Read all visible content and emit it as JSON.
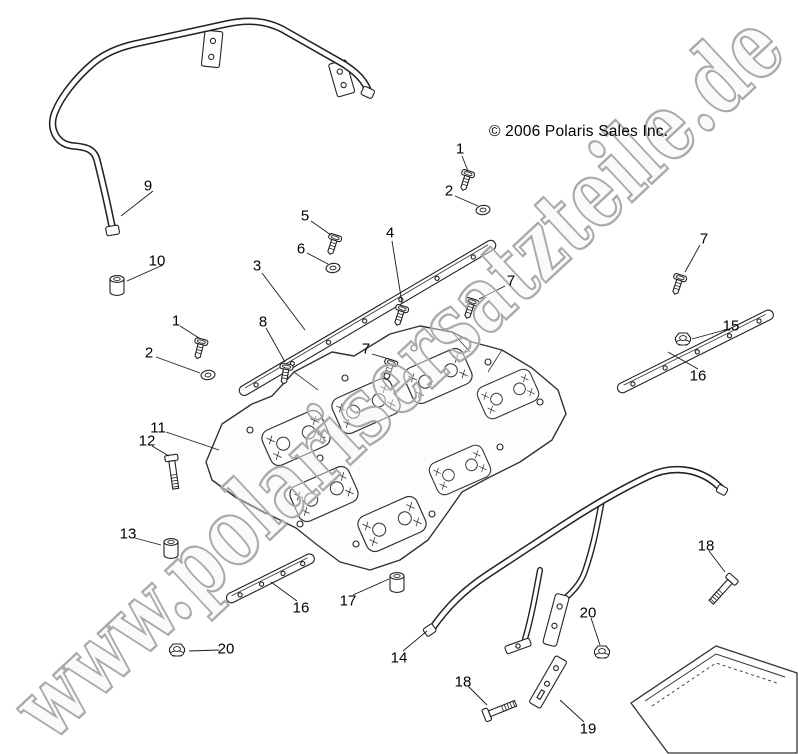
{
  "page": {
    "copyright": "© 2006 Polaris Sales Inc.",
    "watermark": "www.polarisersatzteile.de",
    "colors": {
      "line": "#222222",
      "watermark_gray": "#aaaaaa",
      "text": "#000000",
      "background": "#ffffff"
    }
  },
  "diagram": {
    "description": "Exploded parts diagram of rear rack assembly",
    "callouts": [
      {
        "ref": "9"
      },
      {
        "ref": "10"
      },
      {
        "ref": "1"
      },
      {
        "ref": "2"
      },
      {
        "ref": "5"
      },
      {
        "ref": "6"
      },
      {
        "ref": "4"
      },
      {
        "ref": "3"
      },
      {
        "ref": "7"
      },
      {
        "ref": "7"
      },
      {
        "ref": "7"
      },
      {
        "ref": "15"
      },
      {
        "ref": "16"
      },
      {
        "ref": "1"
      },
      {
        "ref": "2"
      },
      {
        "ref": "8"
      },
      {
        "ref": "12"
      },
      {
        "ref": "11"
      },
      {
        "ref": "13"
      },
      {
        "ref": "16"
      },
      {
        "ref": "17"
      },
      {
        "ref": "14"
      },
      {
        "ref": "20"
      },
      {
        "ref": "20"
      },
      {
        "ref": "18"
      },
      {
        "ref": "18"
      },
      {
        "ref": "19"
      }
    ]
  }
}
